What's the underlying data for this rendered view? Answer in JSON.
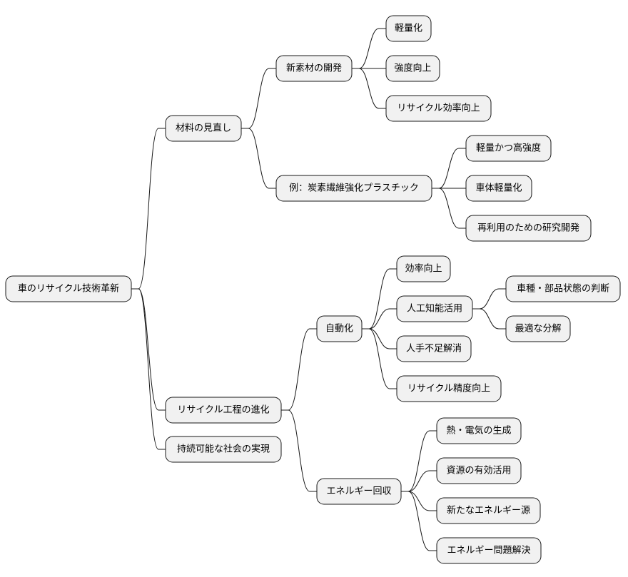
{
  "root": {
    "label": "車のリサイクル技術革新",
    "children": [
      {
        "label": "材料の見直し",
        "children": [
          {
            "label": "新素材の開発",
            "children": [
              {
                "label": "軽量化"
              },
              {
                "label": "強度向上"
              },
              {
                "label": "リサイクル効率向上"
              }
            ]
          },
          {
            "label": "例：炭素繊維強化プラスチック",
            "children": [
              {
                "label": "軽量かつ高強度"
              },
              {
                "label": "車体軽量化"
              },
              {
                "label": "再利用のための研究開発"
              }
            ]
          }
        ]
      },
      {
        "label": "リサイクル工程の進化",
        "children": [
          {
            "label": "自動化",
            "children": [
              {
                "label": "効率向上"
              },
              {
                "label": "人工知能活用",
                "children": [
                  {
                    "label": "車種・部品状態の判断"
                  },
                  {
                    "label": "最適な分解"
                  }
                ]
              },
              {
                "label": "人手不足解消"
              },
              {
                "label": "リサイクル精度向上"
              }
            ]
          },
          {
            "label": "エネルギー回収",
            "children": [
              {
                "label": "熱・電気の生成"
              },
              {
                "label": "資源の有効活用"
              },
              {
                "label": "新たなエネルギー源"
              },
              {
                "label": "エネルギー問題解決"
              }
            ]
          }
        ]
      },
      {
        "label": "持続可能な社会の実現"
      }
    ]
  }
}
